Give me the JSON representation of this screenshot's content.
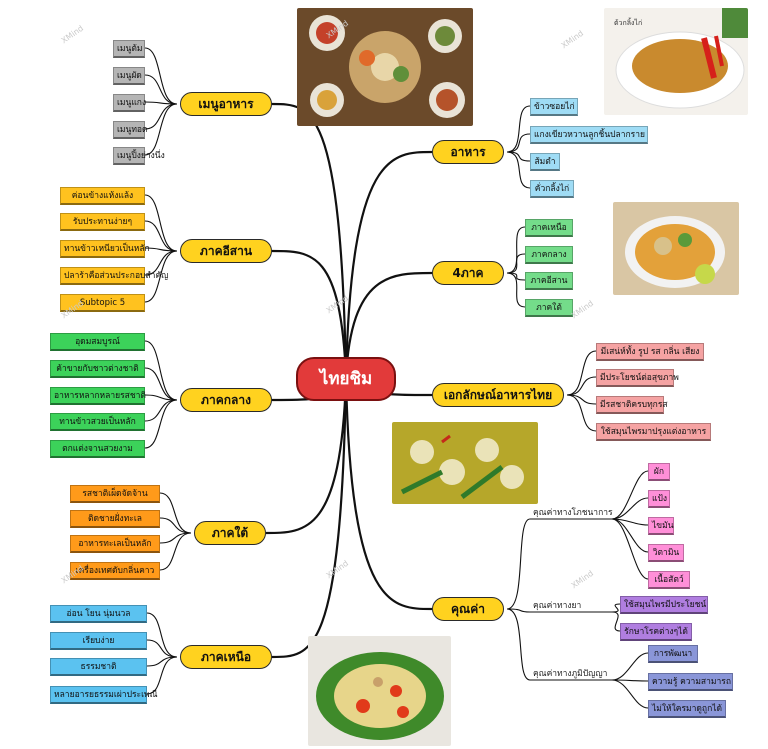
{
  "central": "ไทยชิม",
  "branches": [
    {
      "key": "menu",
      "label": "เมนูอาหาร",
      "color": "#b5b5b5",
      "children": [
        "เมนูต้ม",
        "เมนูผัด",
        "เมนูแกง",
        "เมนูทอด",
        "เมนูปิ้งย่างนึ่ง"
      ]
    },
    {
      "key": "isan",
      "label": "ภาคอีสาน",
      "color": "#ffc21f",
      "children": [
        "ค่อนข้างแห้งแล้ง",
        "รับประทานง่ายๆ",
        "ทานข้าวเหนียวเป็นหลัก",
        "ปลาร้าคือส่วนประกอบสำคัญ",
        "Subtopic 5"
      ]
    },
    {
      "key": "central_region",
      "label": "ภาคกลาง",
      "color": "#3cd25a",
      "children": [
        "อุดมสมบูรณ์",
        "ค้าขายกับชาวต่างชาติ",
        "อาหารหลากหลายรสชาติ",
        "ทานข้าวสวยเป็นหลัก",
        "ตกแต่งจานสวยงาม"
      ]
    },
    {
      "key": "south",
      "label": "ภาคใต้",
      "color": "#ff9a1a",
      "children": [
        "รสชาติเผ็ดจัดจ้าน",
        "ติดชายฝั่งทะเล",
        "อาหารทะเลเป็นหลัก",
        "เครื่องเทศดับกลิ่นคาว"
      ]
    },
    {
      "key": "north",
      "label": "ภาคเหนือ",
      "color": "#5bc2f0",
      "children": [
        "อ่อน โยน นุ่มนวล",
        "เรียบง่าย",
        "ธรรมชาติ",
        "หลายอารยธรรมเผ่าประเพณี"
      ]
    },
    {
      "key": "food",
      "label": "อาหาร",
      "color": "#9fdcf5",
      "children": [
        "ข้าวซอยไก่",
        "แกงเขียวหวานลูกชิ้นปลากราย",
        "ส้มตำ",
        "คั่วกลิ้งไก่"
      ]
    },
    {
      "key": "four",
      "label": "4ภาค",
      "color": "#74dc8a",
      "children": [
        "ภาคเหนือ",
        "ภาคกลาง",
        "ภาคอีสาน",
        "ภาคใต้"
      ]
    },
    {
      "key": "identity",
      "label": "เอกลักษณ์อาหารไทย",
      "color": "#f5a3a3",
      "children": [
        "มีเสน่ห์ทั้ง รูป รส กลิ่น เสียง",
        "มีประโยชน์ต่อสุขภาพ",
        "มีรสชาติครบทุกรส",
        "ใช้สมุนไพรมาปรุงแต่งอาหาร"
      ]
    },
    {
      "key": "value",
      "label": "คุณค่า",
      "color": "#ffd21f",
      "groups": [
        {
          "label": "คุณค่าทางโภชนาการ",
          "color": "#ff8fd8",
          "children": [
            "ผัก",
            "แป้ง",
            "ไขมัน",
            "วิตามิน",
            "เนื้อสัตว์"
          ]
        },
        {
          "label": "คุณค่าทางยา",
          "color": "#b07ee0",
          "children": [
            "ใช้สมุนไพรมีประโยชน์",
            "รักษาโรคต่างๆได้"
          ]
        },
        {
          "label": "คุณค่าทางภูมิปัญญา",
          "color": "#8a96d8",
          "children": [
            "การพัฒนา",
            "ความรู้ ความสามารถ",
            "ไม่ให้ใครมาดูถูกได้"
          ]
        }
      ]
    }
  ],
  "photos": [
    {
      "key": "spread",
      "caption": ""
    },
    {
      "key": "larb",
      "caption": "ต้วกลิ้งไก่"
    },
    {
      "key": "khaosoi",
      "caption": ""
    },
    {
      "key": "greencurry",
      "caption": ""
    },
    {
      "key": "somtam",
      "caption": ""
    }
  ],
  "watermark": "XMind"
}
